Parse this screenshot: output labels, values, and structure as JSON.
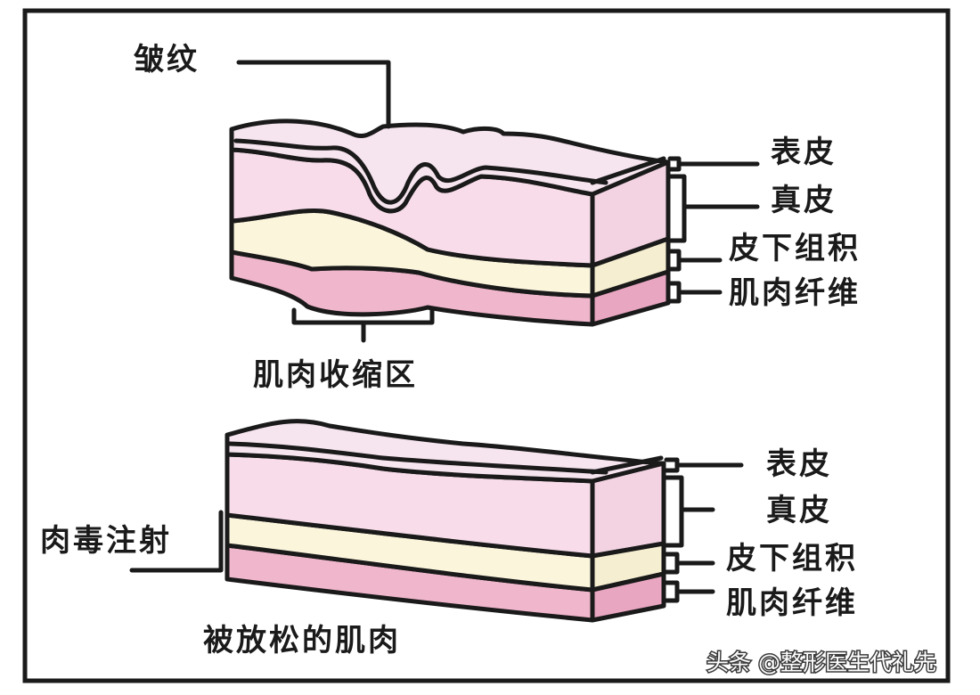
{
  "colors": {
    "epidermis": "#f6e4ee",
    "dermis": "#f8dcea",
    "subcutaneous": "#fbf5dc",
    "muscle": "#f0b6cc",
    "side_dermis": "#f3d3e2",
    "side_sub": "#f6eed0",
    "side_muscle": "#e9a6c1",
    "outline": "#1a1a1a"
  },
  "top_diagram": {
    "wrinkle_label": "皱纹",
    "contraction_label": "肌肉收缩区",
    "layers": {
      "epidermis": "表皮",
      "dermis": "真皮",
      "subcutaneous": "皮下组积",
      "muscle": "肌肉纤维"
    }
  },
  "bottom_diagram": {
    "injection_label": "肉毒注射",
    "relaxed_label": "被放松的肌肉",
    "layers": {
      "epidermis": "表皮",
      "dermis": "真皮",
      "subcutaneous": "皮下组积",
      "muscle": "肌肉纤维"
    }
  },
  "watermark": "头条 @整形医生代礼先"
}
